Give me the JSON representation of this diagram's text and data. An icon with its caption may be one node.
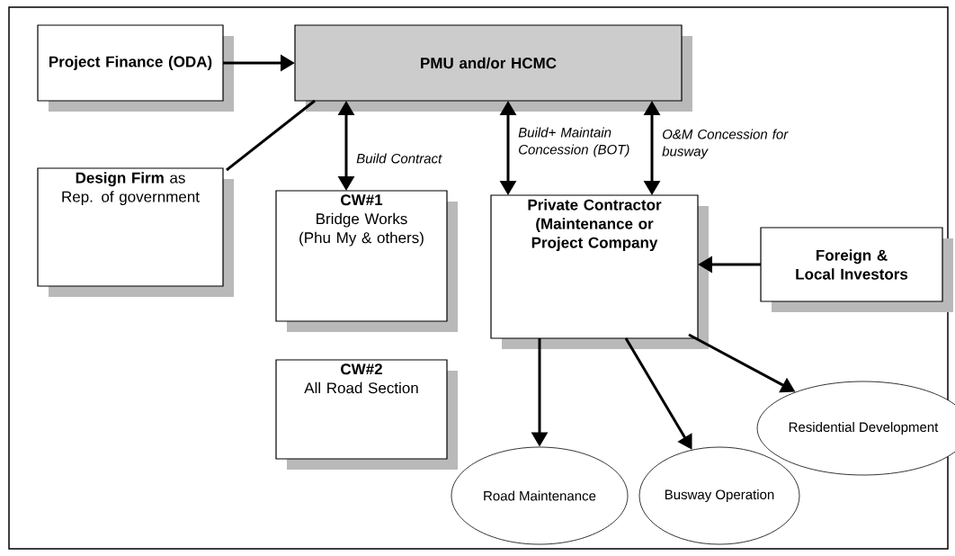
{
  "diagram": {
    "nodes": [
      {
        "text": [
          "Project Finance (ODA)"
        ]
      },
      {
        "text": [
          "PMU and/or HCMC"
        ]
      },
      {
        "text": [
          "**Design Firm** as Rep. of government"
        ]
      },
      {
        "text": [
          "CW#1",
          "Bridge Works (Phu My & others)"
        ]
      },
      {
        "text": [
          "CW#2",
          "All Road Section"
        ]
      },
      {
        "text": [
          "Private Contractor (Maintenance or Project Company"
        ]
      },
      {
        "text": [
          "Foreign & Local Investors"
        ]
      },
      {
        "text": [
          "Road Maintenance"
        ]
      },
      {
        "text": [
          "Busway Operation"
        ]
      },
      {
        "text": [
          "Residential Development"
        ]
      }
    ],
    "edges": [
      {
        "from": 0,
        "to": 1,
        "arrow": "to"
      },
      {
        "from": 2,
        "to": 1,
        "arrow": "none"
      },
      {
        "from": 1,
        "to": 3,
        "arrow": "both",
        "label": "Build Contract"
      },
      {
        "from": 1,
        "to": 5,
        "arrow": "both",
        "label": "Build+ Maintain Concession (BOT)"
      },
      {
        "from": 1,
        "to": 5,
        "arrow": "both",
        "label": "O&M Concession for busway"
      },
      {
        "from": 6,
        "to": 5,
        "arrow": "to"
      },
      {
        "from": 5,
        "to": 7,
        "arrow": "to"
      },
      {
        "from": 5,
        "to": 8,
        "arrow": "to"
      },
      {
        "from": 5,
        "to": 9,
        "arrow": "to"
      }
    ]
  }
}
